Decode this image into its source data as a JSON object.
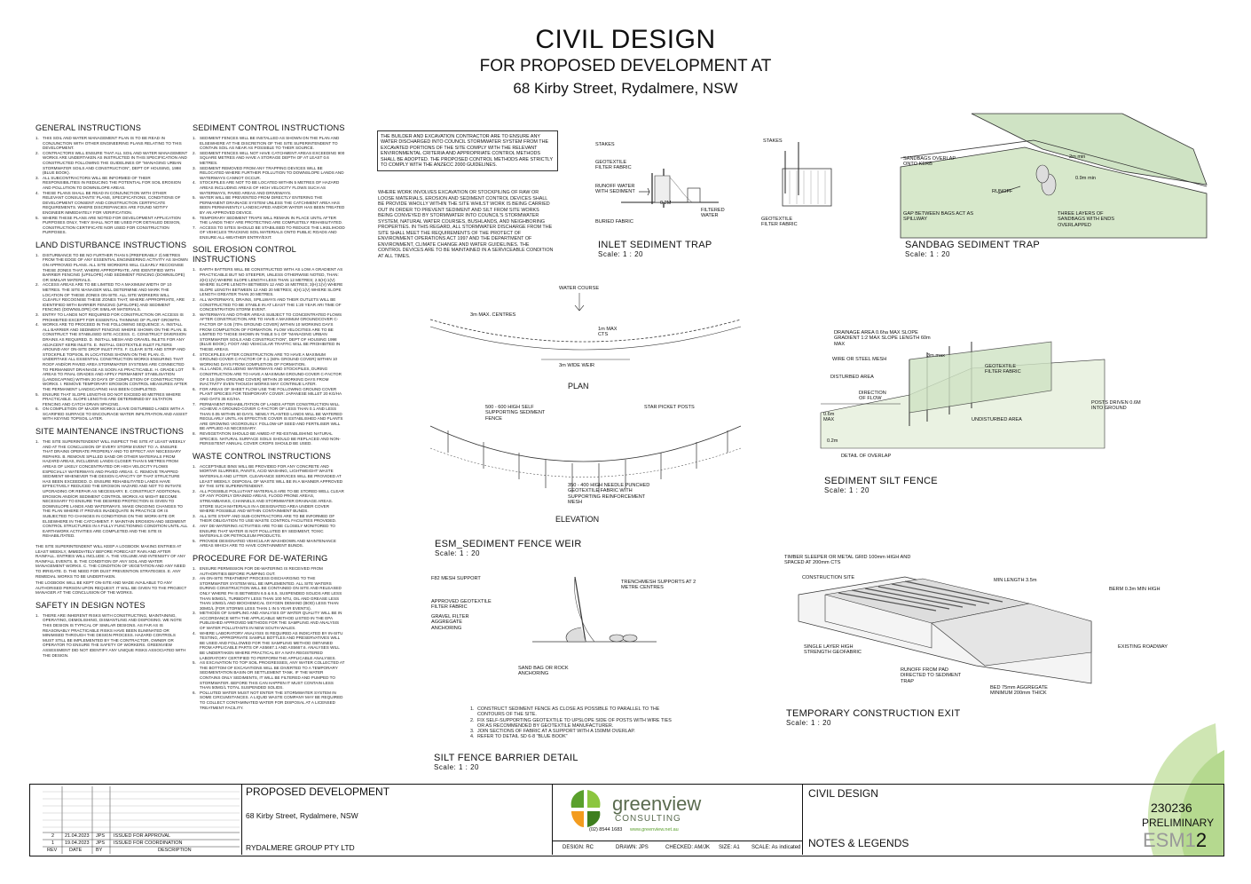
{
  "header": {
    "title": "CIVIL DESIGN",
    "subtitle": "FOR PROPOSED DEVELOPMENT AT",
    "address": "68 Kirby Street, Rydalmere, NSW"
  },
  "col1": {
    "general": {
      "heading": "GENERAL INSTRUCTIONS",
      "items": [
        "This soil and water management plan is to be read in conjunction with other engineering plans relating to this development.",
        "Contractors will ensure that all soil and water management works are undertaken as instructed in this specification and constructed following the guidelines of \"Managing Urban Stormwater Soils and Construction\", Dept of Housing, 1998 (Blue Book).",
        "All subcontractors will be informed of their responsibilities in reducing the potential for soil erosion and pollution to downslope areas.",
        "These plans shall be read in conjunction with other relevant consultants' plans, specifications, conditions of development consent and construction certificate requirements. Where discrepancies are found notify engineer immediately for verification.",
        "Where these plans are noted for development application purposes only, they shall not be used for detailed design, construction certificate nor used for construction purposes."
      ]
    },
    "land": {
      "heading": "LAND DISTURBANCE INSTRUCTIONS",
      "items": [
        "Disturbance to be no further than 5 (preferably 2) metres from the edge of any essential engineering activity as shown on approved plans. All site workers will clearly recognise these zones that, where appropriate, are identified with barrier fencing (upslope) and sediment fencing (downslope) or similar materials.",
        "Access areas are to be limited to a maximum width of 10 metres. The site manager will determine and mark the location of these zones on-site. All site workers will clearly recognise these zones that, where appropriate, are identified with barrier fencing (upslope) and sediment fencing (downslope) or similar materials.",
        "Entry to lands not required for construction or access is prohibited except for essential thinning of plant growth.",
        "Works are to proceed in the following sequence: a. Install all barrier and sediment fencing where shown on the plan. b. Construct the stabilised site access. c. Construct diversion drains as required. d. Install mesh and gravel inlets for any adjacent kerb inlets. e. Install geotextile inlet filters around any on-site drop inlet pits. f. Clear site and strip and stockpile topsoil in locations shown on the plan. g. Undertake all essential construction works ensuring that roof and/or paved area stormwater systems are connected to permanent drainage as soon as practicable. h. Grade lot areas to final grades and apply permanent stabilisation (landscaping) within 20 days of completion of construction works. i. Remove temporary erosion control measures after the permanent landscaping has been completed.",
        "Ensure that slope lengths do not exceed 80 metres where practicable. Slope lengths are determined by siltation fencing and catch drain spacing.",
        "On completion of major works leave disturbed lands with a scarified surface to encourage water infiltration and assist with keying topsoil later."
      ]
    },
    "maint": {
      "heading": "SITE MAINTENANCE INSTRUCTIONS",
      "items": [
        "The site superintendent will inspect the site at least weekly and at the conclusion of every storm event to: a. Ensure that drains operate properly and to effect any necessary repairs. b. Remove spilled sand or other materials from hazard areas, including lands closer than 5 metres from areas of likely concentrated or high velocity flows especially waterways and paved areas. c. Remove trapped sediment whenever the design capacity of that structure has been exceeded. d. Ensure rehabilitated lands have effectively reduced the erosion hazard and not to initiate upgrading or repair as necessary. e. Construct additional erosion and/or sediment control works as might become necessary to ensure the desired protection is given to downslope lands and waterways. Make ongoing changes to the plan where it proves inadequate in practice or is subjected to changes in conditions on the work-site or elsewhere in the catchment. f. Maintain erosion and sediment control structures in a fully functioning condition until all earthwork activities are completed and the site is rehabilitated."
      ],
      "para1": "The site superintendent will keep a logbook making entries at least weekly, immediately before forecast rain and after rainfall. Entries will include: a. The volume and intensity of any rainfall events. b. The condition of any soil and water management works. c. The condition of vegetation and any need to irrigate. d. The need for dust prevention strategies. e. Any remedial works to be undertaken.",
      "para2": "The logbook will be kept on-site and made available to any authorised person upon request. It will be given to the project manager at the conclusion of the works."
    },
    "safety": {
      "heading": "SAFETY IN DESIGN NOTES",
      "items": [
        "There are inherent risks with constructing, maintaining, operating, demolishing, dismantling and disposing. We note this design is typical of similar designs. As far as is reasonably practicable risks have been eliminated or minimised through the design process. Hazard controls must still be implemented by the contractor, owner or operator to ensure the safety of workers. Greenview assessment did not identify any unique risks associated with the design."
      ]
    }
  },
  "col2": {
    "sediment": {
      "heading": "SEDIMENT CONTROL INSTRUCTIONS",
      "items": [
        "Sediment fences will be installed as shown on the plan and elsewhere at the discretion of the site superintendent to contain soil as near as possible to their source.",
        "Sediment fences will not have catchment areas exceeding 900 square metres and have a storage depth of at least 0.6 metres.",
        "Sediment removed from any trapping devices will be relocated where further pollution to downslope lands and waterways cannot occur.",
        "Stockpiles are not to be located within 5 metres of hazard areas including areas of high velocity flows such as waterways, paved areas and driveways.",
        "Water will be prevented from directly entering the permanent drainage system unless the catchment area has been permanently landscaped and/or water has been treated by an approved device.",
        "Temporary sediment traps will remain in place until after the lands they are protecting are completely rehabilitated.",
        "Access to sites should be stabilised to reduce the likelihood of vehicles tracking soil materials onto public roads and ensure all-weather entry/exit."
      ]
    },
    "erosion": {
      "heading": "SOIL EROSION CONTROL INSTRUCTIONS",
      "items": [
        "Earth batters will be constructed with as low a gradient as practicable but no steeper, unless otherwise noted, than: 2(H):1(V) where slope length less than 12 metres; 2.5(H):1(V) where slope length between 12 and 16 metres; 3(H):1(V) where slope length between 12 and 20 metres; 4(H):1(V) where slope length greater than 20 metres.",
        "All waterways, drains, spillways and their outlets will be constructed to be stable in at least the 1:20 year ARI time of concentration storm event.",
        "Waterways and other areas subject to concentrated flows after construction are to have a maximum groundcover C-factor of 0.05 (70% ground cover) within 10 working days from completion of formation. Flow velocities are to be limited to those shown in Table 5-1 of \"Managing Urban Stormwater Soils and Construction\", Dept of Housing 1998 (Blue Book). Foot and vehicular traffic will be prohibited in these areas.",
        "Stockpiles after construction are to have a maximum ground-cover C-factor of 0.1 (60% ground cover) within 10 working days from completion of formation.",
        "All lands, including waterways and stockpiles, during construction are to have a maximum ground-cover C-factor of 0.15 (50% ground cover) within 20 working days from inactivity even though works may continue later.",
        "For areas of sheet flow use the following ground cover plant species for temporary cover: Japanese millet 20 kg/ha and oats 35 kg/ha.",
        "Permanent rehabilitation of lands after construction will achieve a ground-cover C-factor of less than 0.1 and less than 0.05 within 60 days. Newly planted lands will be watered regularly until an effective cover is established and plants are growing vigorously. Follow-up seed and fertiliser will be applied as necessary.",
        "Revegetation should be aimed at re-establishing natural species. Natural surface soils should be replaced and non-persistent annual cover crops should be used."
      ]
    },
    "waste": {
      "heading": "WASTE CONTROL INSTRUCTIONS",
      "items": [
        "Acceptable bins will be provided for any concrete and mortar slurries, paints, acid washing, lightweight waste materials and litter. Clearance services will be provided at least weekly. Disposal of waste will be in a manner approved by the site superintendent.",
        "All possible pollutant materials are to be stored well clear of any poorly drained areas, flood prone areas, streambanks, channels and stormwater drainage areas. Store such materials in a designated area under cover where possible and within containment bunds.",
        "All site staff and sub-contractors are to be informed of their obligation to use waste control facilities provided.",
        "Any de-watering activities are to be closely monitored to ensure that water is not polluted by sediment, toxic materials or petroleum products.",
        "Provide designated vehicular washdown and maintenance areas which are to have containment bunds."
      ]
    },
    "dewater": {
      "heading": "PROCEDURE FOR DE-WATERING",
      "items": [
        "Ensure permission for de-watering is received from authorities before pumping out.",
        "An on-site treatment process discharging to the stormwater system will be implemented. All site waters during construction will be contained on site and released only where pH is between 6.5 & 8.5, suspended solids are less than 50mg/L, turbidity less than 100 NTU, oil and grease less than 10mg/L and biochemical oxygen demand (BOD) less than 30mg/L (for storms less than 1 in 5 year events).",
        "Methods of sampling and analysis of water quality will be in accordance with the applicable method listed in the EPA published approved methods for the sampling and analysis of water pollutants in New South Wales.",
        "Where laboratory analysis is required as indicated by in-situ testing, appropriate sample bottles and preservatives will be used and followed for the sampling method obtained from applicable parts of AS5667.1 and AS5667.6. Analyses will be undertaken where practical by a NATA registered laboratory certified to perform the applicable analyses.",
        "As excavation to top soil progresses, any water collected at the bottom of excavations will be diverted to a temporary sedimentation basin or settlement tank. If the water contains only sediments, it will be filtered and pumped to stormwater. Before this can happen it must contain less than 50mg/L total suspended solids.",
        "Polluted water must not enter the stormwater system in some circumstances. A liquid waste company may be required to collect contaminated water for disposal at a licensed treatment facility."
      ]
    }
  },
  "col3": {
    "box": "The builder and excavation contractor are to ensure any water discharged into council stormwater system from the excavated portions of the site comply with the relevant environmental criteria and appropriate control methods shall be adopted. The proposed control methods are strictly to comply with the ANZECC 2000 guidelines.",
    "para": "Where work involves excavation or stockpiling of raw or loose materials, erosion and sediment control devices shall be provide wholly within the site whilst work is being carried out in order to prevent sediment and silt from site works being conveyed by stormwater into council's stormwater system, natural water courses, bushlands, and neighboring properties. In this regard, all stormwater discharge from the site shall meet the requirements of the Protect of Environment Operations Act 1997 and the Department of Environment, Climate Change and Water guidelines. The control devices are to be maintained in a serviceable condition at all times."
  },
  "details": {
    "inlet": {
      "title": "INLET SEDIMENT TRAP",
      "scale": "Scale:   1 : 20",
      "labels": [
        "STAKES",
        "GEOTEXTILE FILTER FABRIC",
        "RUNOFF WATER WITH SEDIMENT",
        "BURIED FABRIC",
        "0.2m",
        "FILTERED WATER",
        "STAKES",
        "GEOTEXTILE FILTER FABRIC"
      ]
    },
    "sandbag": {
      "title": "SANDBAG SEDIMENT TRAP",
      "scale": "Scale:   1 : 20",
      "labels": [
        "SANDBAGS OVERLAP ONTO KERB",
        "2m min",
        "0.9m min",
        "RUNOFF",
        "GAP BETWEEN BAGS ACT AS SPILLWAY",
        "THREE LAYERS OF SANDBAGS WITH ENDS OVERLAPPED"
      ]
    },
    "weir": {
      "title": "ESM_SEDIMENT FENCE WEIR",
      "scale": "Scale:   1 : 20",
      "labels": [
        "WATER COURSE",
        "3m MAX. CENTRES",
        "1m MAX CTS",
        "3m WIDE WEIR",
        "PLAN",
        "500 - 600 HIGH SELF SUPPORTING SEDIMENT FENCE",
        "STAR PICKET POSTS",
        "350 - 400 HIGH NEEDLE PUNCHED GEOTEXTILE FABRIC WITH SUPPORTING REINFORCEMENT MESH",
        "ELEVATION"
      ]
    },
    "silt": {
      "title": "SEDIMENT SILT FENCE",
      "scale": "Scale:   1 : 20",
      "labels": [
        "DRAINAGE AREA 0.6ha MAX SLOPE GRADIENT 1:2 MAX SLOPE LENGTH 60m MAX",
        "WIRE OR STEEL MESH",
        "3m max",
        "DISTURBED AREA",
        "DIRECTION OF FLOW",
        "GEOTEXTILE FILTER FABRIC",
        "UNDISTURBED AREA",
        "POSTS DRIVEN 0.6m INTO GROUND",
        "0.6m MAX",
        "0.2m",
        "DETAIL OF OVERLAP"
      ]
    },
    "barrier": {
      "title": "SILT FENCE BARRIER DETAIL",
      "scale": "Scale:   1 : 20",
      "labels": [
        "F82 MESH SUPPORT",
        "TRENCHMESH SUPPORTS AT 2 METRE CENTRES",
        "APPROVED GEOTEXTILE FILTER FABRIC",
        "GRAVEL FILTER AGGREGATE ANCHORING",
        "SAND BAG OR ROCK ANCHORING"
      ],
      "notes": [
        "Construct sediment fence as close as possible to parallel to the contours of the site.",
        "Fix self-supporting geotextile to upslope side of posts with wire ties or as recommended by geotextile manufacturer.",
        "Join sections of fabric at a support with a 150mm overlap.",
        "Refer to detail SD 6-8 \"Blue Book\""
      ]
    },
    "exit": {
      "title": "TEMPORARY CONSTRUCTION EXIT",
      "scale": "Scale:   1 : 20",
      "labels": [
        "TIMBER SLEEPER OR METAL GRID 100mm HIGH AND SPACED AT 200mm CTS",
        "CONSTRUCTION SITE",
        "MIN LENGTH 3.5m",
        "BERM 0.3m MIN HIGH",
        "SINGLE LAYER HIGH STRENGTH GEOFABRIC",
        "EXISTING ROADWAY",
        "RUNOFF FROM PAD DIRECTED TO SEDIMENT TRAP",
        "BED 75mm AGGREGATE MINIMUM 200mm THICK"
      ]
    }
  },
  "titleblock": {
    "revisions": [
      {
        "rev": "2",
        "date": "21.04.2023",
        "by": "JPS",
        "desc": "ISSUED FOR APPROVAL"
      },
      {
        "rev": "1",
        "date": "19.04.2023",
        "by": "JPS",
        "desc": "ISSUED FOR COORDINATION"
      }
    ],
    "rev_headers": [
      "REV",
      "DATE",
      "BY",
      "DESCRIPTION"
    ],
    "project": "PROPOSED DEVELOPMENT",
    "address": "68 Kirby Street, Rydalmere, NSW",
    "client": "RYDALMERE GROUP PTY LTD",
    "logo_word": "greenview",
    "logo_sub": "CONSULTING",
    "contact": "(02) 8544 1683",
    "web": "www.greenview.net.au",
    "design": "DESIGN: RC",
    "drawn": "DRAWN: JPS",
    "checked": "CHECKED: AM/JK",
    "size": "SIZE: A1",
    "scale": "SCALE: As indicated",
    "drawing_title": "CIVIL DESIGN",
    "drawing_sub": "NOTES & LEGENDS",
    "job_no": "230236",
    "status": "PRELIMINARY",
    "sheet_prefix": "ESM1",
    "sheet_suffix": "2"
  },
  "colors": {
    "green": "#5aa02c",
    "lightgreen": "#cfe6b3",
    "orange": "#f39c1f",
    "hatch": "#cfe3c4"
  }
}
